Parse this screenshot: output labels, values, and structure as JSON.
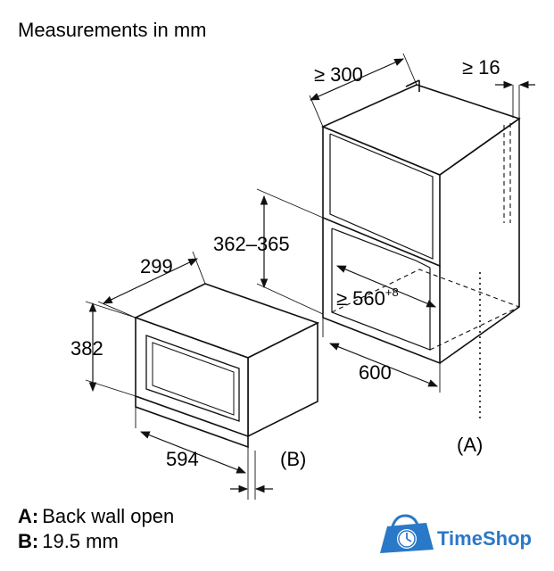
{
  "title": "Measurements in mm",
  "dimensions": {
    "cabinet_depth": "≥ 300",
    "cabinet_gap": "≥ 16",
    "niche_height": "362–365",
    "appliance_depth": "299",
    "niche_width_base": "≥ 560",
    "niche_width_sup": "+8",
    "appliance_height": "382",
    "cabinet_width": "600",
    "appliance_width": "594",
    "label_a": "(A)",
    "label_b": "(B)"
  },
  "legend": {
    "a_key": "A:",
    "a_text": "Back wall open",
    "b_key": "B:",
    "b_text": "19.5 mm"
  },
  "logo": {
    "text": "TimeShop",
    "color": "#2a78c8",
    "icon": "clock-bag-icon"
  }
}
